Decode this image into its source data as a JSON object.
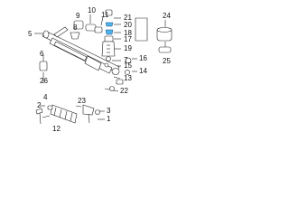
{
  "diagram": {
    "accent_color": "#4fb3ea",
    "callouts": [
      "1",
      "2",
      "3",
      "4",
      "5",
      "6",
      "7",
      "8",
      "9",
      "10",
      "11",
      "12",
      "13",
      "14",
      "15",
      "16",
      "17",
      "18",
      "19",
      "20",
      "21",
      "22",
      "23",
      "24",
      "25",
      "26"
    ],
    "highlighted_parts": [
      "20",
      "18"
    ]
  }
}
